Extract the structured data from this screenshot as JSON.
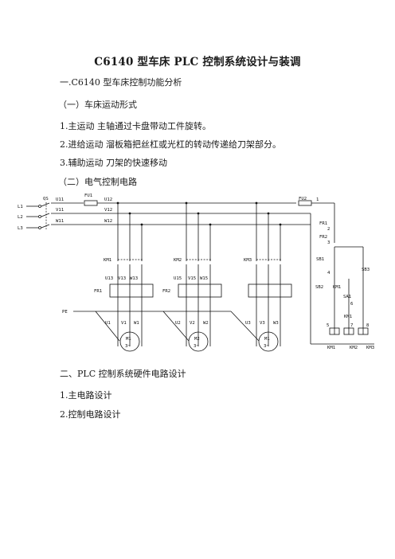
{
  "title": "C6140 型车床 PLC 控制系统设计与装调",
  "section1": {
    "heading": "一.C6140 型车床控制功能分析",
    "sub1": "（一）车床运动形式",
    "items": [
      "1.主运动  主轴通过卡盘带动工件旋转。",
      "2.进给运动  溜板箱把丝杠或光杠的转动传递给刀架部分。",
      "3.辅助运动  刀架的快速移动"
    ],
    "sub2": "（二）电气控制电路"
  },
  "diagram": {
    "lines": [
      "L1",
      "L2",
      "L3"
    ],
    "qs": "QS",
    "fu1": "FU1",
    "fu2": "FU2",
    "bus_in": [
      "U11",
      "V11",
      "W11"
    ],
    "bus_out": [
      "U12",
      "V12",
      "W12"
    ],
    "contactors": [
      "KM1",
      "KM2",
      "KM3"
    ],
    "terms_1": [
      "U13",
      "V13",
      "W13"
    ],
    "terms_2": [
      "U15",
      "V15",
      "W15"
    ],
    "relays": [
      "FR1",
      "FR2"
    ],
    "pe": "PE",
    "motor_terms": [
      [
        "U1",
        "V1",
        "W1"
      ],
      [
        "U2",
        "V2",
        "W2"
      ],
      [
        "U3",
        "V3",
        "W3"
      ]
    ],
    "motors": [
      "M1",
      "M2",
      "M1"
    ],
    "motor_phase": "3~",
    "ctrl": {
      "n1": "1",
      "fr1": "FR1",
      "n2": "2",
      "fr2": "FR2",
      "n3": "3",
      "sb1": "SB1",
      "n4": "4",
      "sb3": "SB3",
      "sb2": "SB2",
      "km1a": "KM1",
      "sa1": "SA1",
      "n6": "6",
      "km1b": "KM1",
      "n5": "5",
      "n7": "7",
      "n8": "8",
      "coils": [
        "KM1",
        "KM2",
        "KM3"
      ]
    }
  },
  "section2": {
    "heading": "二、PLC 控制系统硬件电路设计",
    "items": [
      "1.主电路设计",
      "2.控制电路设计"
    ]
  }
}
